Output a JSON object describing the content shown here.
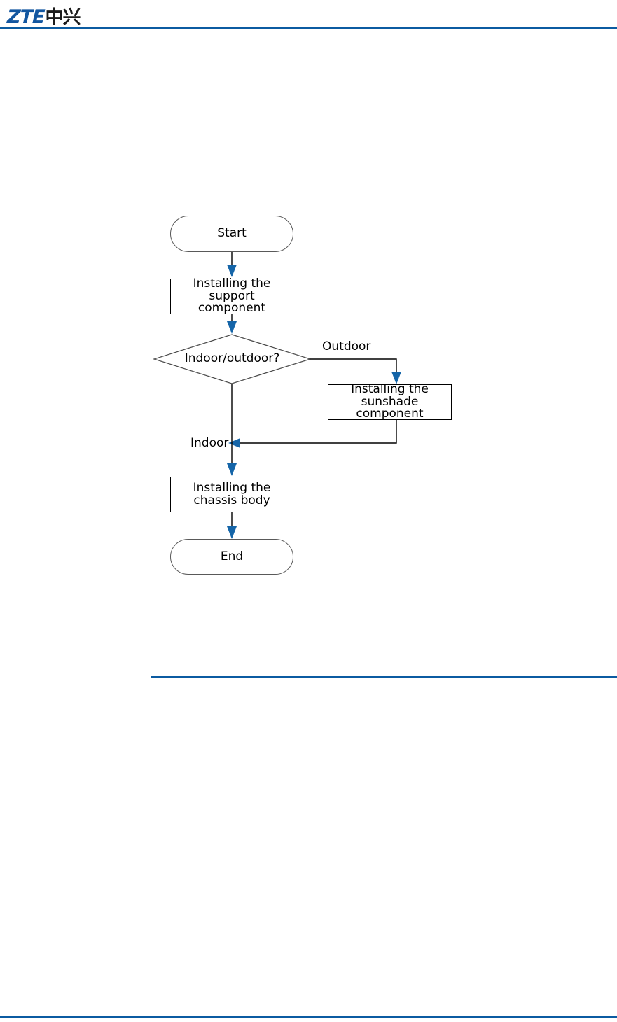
{
  "header": {
    "logo_primary": "ZTE",
    "logo_secondary": "中兴",
    "logo_primary_color": "#1256a0",
    "logo_secondary_color": "#1c1c1c",
    "rule_color": "#0b5ba1"
  },
  "diagram": {
    "type": "flowchart",
    "orientation": "top-to-bottom",
    "line_color": "#000000",
    "arrowhead_color": "#1565a8",
    "node_border_color": "#000000",
    "terminator_border_color": "#595959",
    "nodes": [
      {
        "id": "start",
        "shape": "terminator",
        "label": "Start"
      },
      {
        "id": "support",
        "shape": "process",
        "label": "Installing the support\ncomponent"
      },
      {
        "id": "decision",
        "shape": "diamond",
        "label": "Indoor/outdoor?"
      },
      {
        "id": "sunshade",
        "shape": "process",
        "label": "Installing the\nsunshade component"
      },
      {
        "id": "chassis",
        "shape": "process",
        "label": "Installing the\nchassis body"
      },
      {
        "id": "end",
        "shape": "terminator",
        "label": "End"
      }
    ],
    "edges": [
      {
        "from": "start",
        "to": "support",
        "label": ""
      },
      {
        "from": "support",
        "to": "decision",
        "label": ""
      },
      {
        "from": "decision",
        "to": "sunshade",
        "label": "Outdoor"
      },
      {
        "from": "decision",
        "to": "chassis",
        "label": "Indoor"
      },
      {
        "from": "sunshade",
        "to": "chassis",
        "label": ""
      },
      {
        "from": "chassis",
        "to": "end",
        "label": ""
      }
    ],
    "edge_labels": {
      "outdoor": "Outdoor",
      "indoor": "Indoor"
    }
  }
}
